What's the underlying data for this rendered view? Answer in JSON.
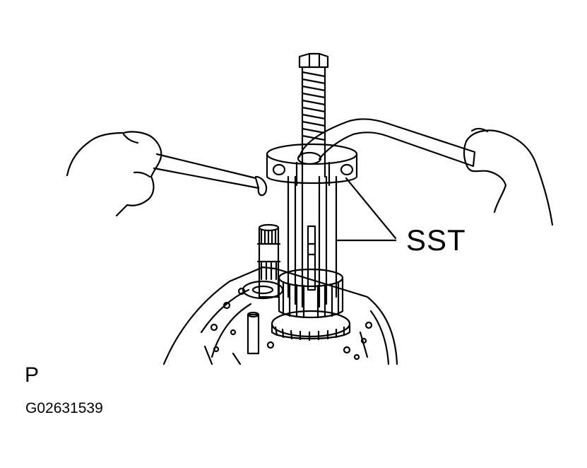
{
  "labels": {
    "sst": "SST",
    "view": "P",
    "figure_code": "G02631539"
  },
  "colors": {
    "line": "#000000",
    "background": "#ffffff"
  }
}
